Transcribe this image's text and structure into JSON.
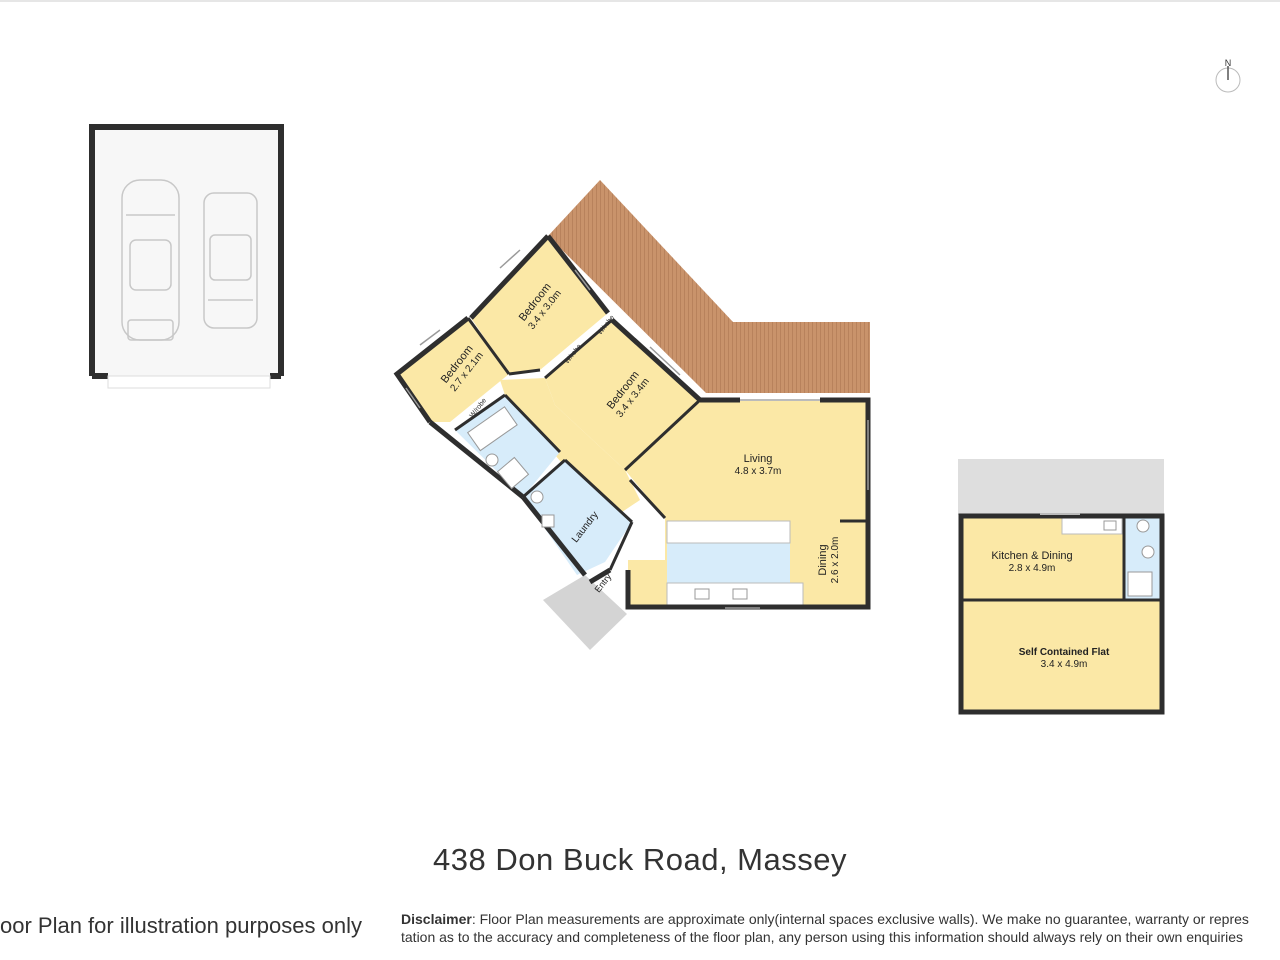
{
  "compass": {
    "label": "N"
  },
  "rooms": {
    "bedroom_small": {
      "name": "Bedroom",
      "dims": "2.7 x 2.1m"
    },
    "bedroom_top": {
      "name": "Bedroom",
      "dims": "3.4 x 3.0m"
    },
    "bedroom_mid": {
      "name": "Bedroom",
      "dims": "3.4 x 3.4m"
    },
    "living": {
      "name": "Living",
      "dims": "4.8 x 3.7m"
    },
    "dining": {
      "name": "Dining",
      "dims": "2.6 x 2.0m"
    },
    "laundry": {
      "name": "Laundry"
    },
    "entry": {
      "name": "Entry"
    },
    "wiroba_1": {
      "name": "W/robe"
    },
    "wiroba_2": {
      "name": "W/robe"
    },
    "wiroba_3": {
      "name": "W/robe"
    },
    "kitchen_dining": {
      "name": "Kitchen & Dining",
      "dims": "2.8 x 4.9m"
    },
    "flat": {
      "name": "Self Contained Flat",
      "dims": "3.4 x 4.9m"
    }
  },
  "address": "438 Don Buck Road, Massey",
  "illustration_note": "oor Plan for illustration purposes only",
  "disclaimer": {
    "heading": "Disclaimer",
    "line1": ": Floor Plan measurements are approximate only(internal spaces exclusive walls). We make no guarantee, warranty or repres",
    "line2": "tation as to the accuracy and completeness of the floor plan, any person using this information should always rely on their own enquiries"
  },
  "colors": {
    "room_fill": "#fbe8a6",
    "wet_fill": "#d7ecfa",
    "deck": "#c9936b",
    "wall": "#2e2e2e",
    "paving": "#d4d4d4"
  }
}
